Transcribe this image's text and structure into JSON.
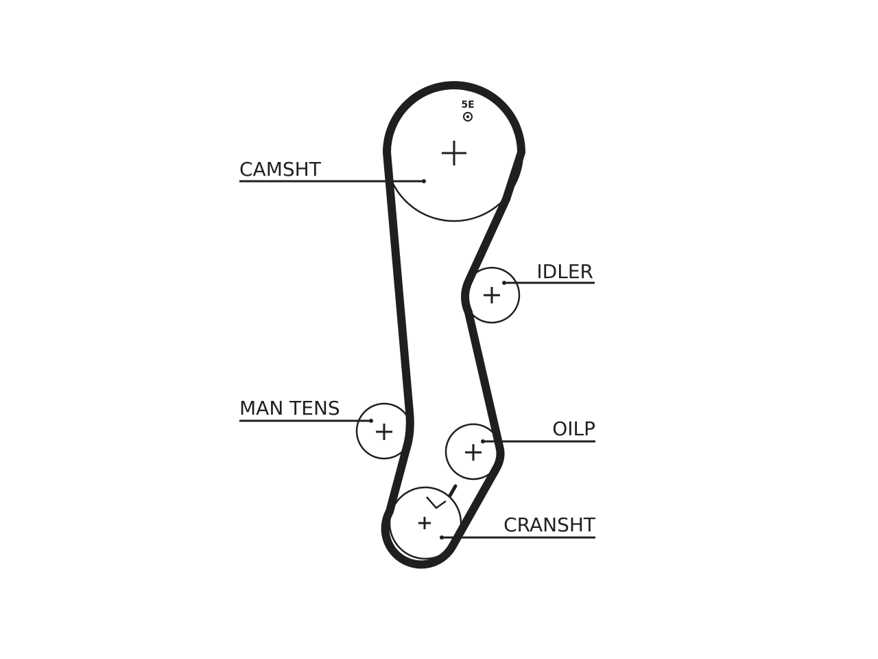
{
  "labels": {
    "camshaft": "CAMSHT",
    "idler": "IDLER",
    "tensioner": "MAN TENS",
    "oil_pump": "OILP",
    "crankshaft": "CRANSHT"
  },
  "timing_mark": "5E",
  "colors": {
    "line": "#1f1f1f",
    "background": "#ffffff"
  }
}
